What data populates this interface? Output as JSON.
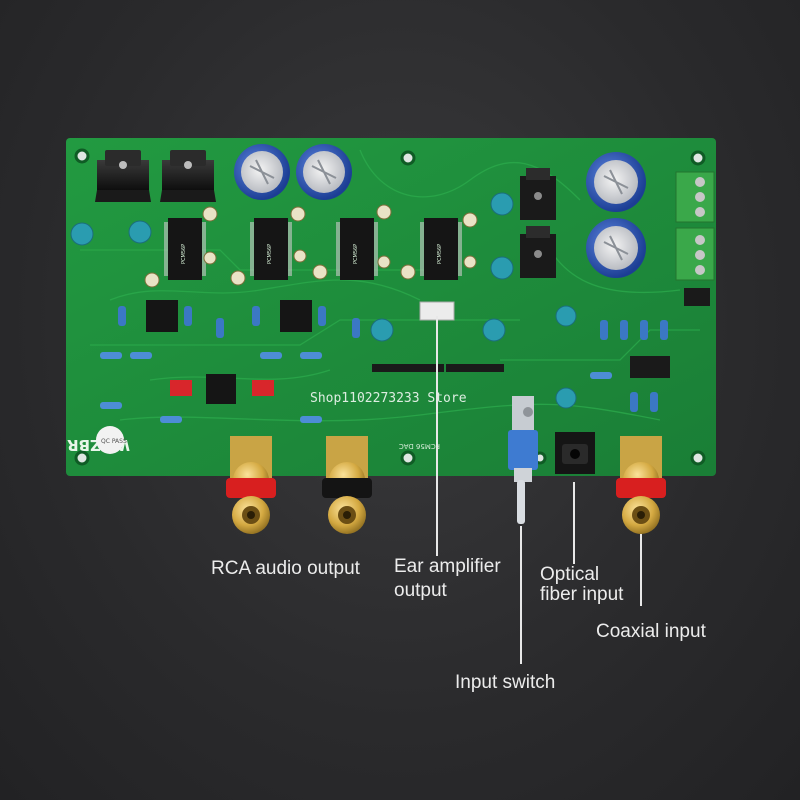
{
  "board": {
    "watermark": "Shop1102273233 Store",
    "silkscreen_brand": "WHZBR",
    "silkscreen_model": "PCM56 DAC",
    "pass_sticker": "QC PASS",
    "chip_label_1": "PCM56P",
    "chip_label_2": "PCM56P",
    "chip_label_3": "PCM56P",
    "chip_label_4": "PCM56P"
  },
  "callouts": {
    "rca_output": "RCA audio output",
    "ear_amp_line1": "Ear amplifier",
    "ear_amp_line2": "output",
    "optical_line1": "Optical",
    "optical_line2": "fiber input",
    "coaxial": "Coaxial input",
    "input_switch": "Input switch"
  },
  "colors": {
    "pcb": "#1f8a3a",
    "pcb_dark": "#177030",
    "rca_red": "#d81f1f",
    "rca_black": "#141414",
    "gold": "#d9b34a",
    "cap_blue": "#2a55b8",
    "terminal_green": "#3aa84a",
    "callout_text": "#ececec"
  }
}
